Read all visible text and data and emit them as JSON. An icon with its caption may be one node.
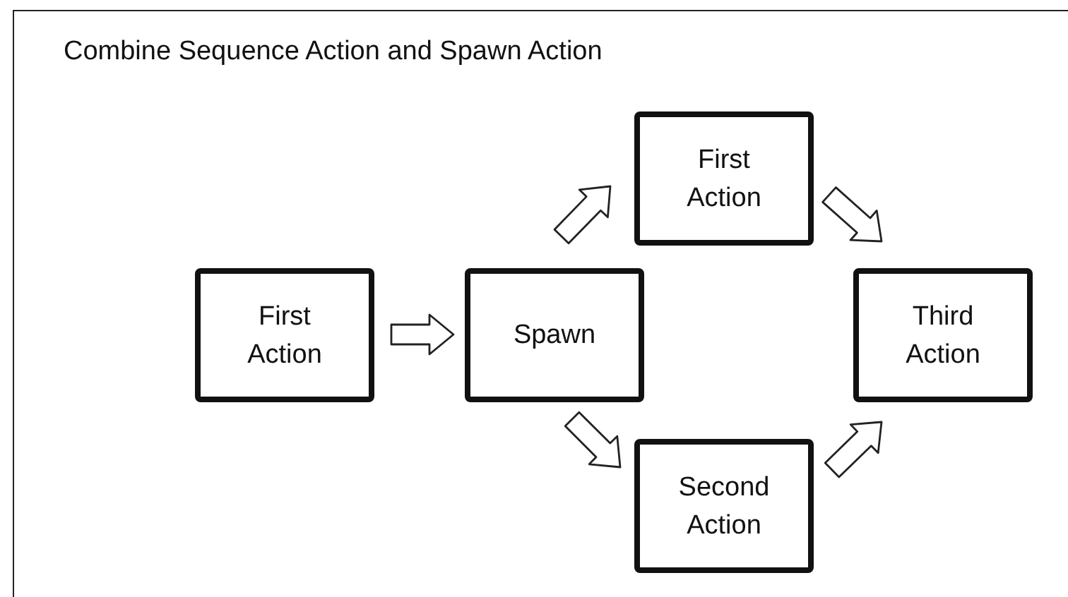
{
  "diagram": {
    "title": "Combine Sequence Action and Spawn Action",
    "nodes": [
      {
        "text": [
          "First Action"
        ]
      },
      {
        "text": [
          "Spawn"
        ]
      },
      {
        "text": [
          "First Action"
        ]
      },
      {
        "text": [
          "Second Action"
        ]
      },
      {
        "text": [
          "Third Action"
        ]
      }
    ],
    "edges": [
      {
        "from": 0,
        "to": 1,
        "arrow": "to"
      },
      {
        "from": 1,
        "to": 2,
        "arrow": "to"
      },
      {
        "from": 1,
        "to": 3,
        "arrow": "to"
      },
      {
        "from": 2,
        "to": 4,
        "arrow": "to"
      },
      {
        "from": 3,
        "to": 4,
        "arrow": "to"
      }
    ]
  }
}
